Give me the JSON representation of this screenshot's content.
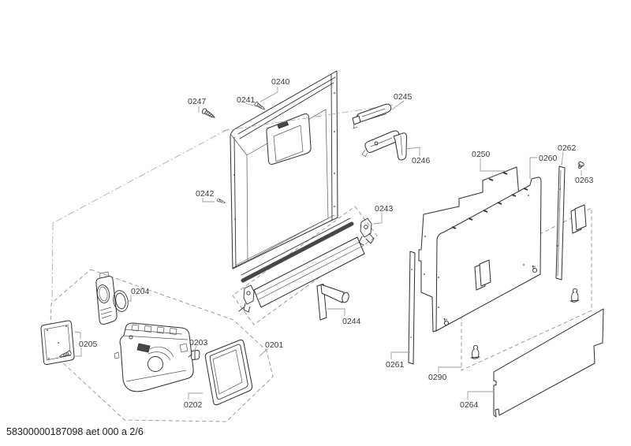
{
  "diagram": {
    "footer": "58300000187098 aet 000 a 2/6",
    "labels": {
      "l0201": "0201",
      "l0202": "0202",
      "l0203": "0203",
      "l0204": "0204",
      "l0205": "0205",
      "l0240": "0240",
      "l0241": "0241",
      "l0242": "0242",
      "l0243": "0243",
      "l0244": "0244",
      "l0245": "0245",
      "l0246": "0246",
      "l0247": "0247",
      "l0250": "0250",
      "l0260": "0260",
      "l0261": "0261",
      "l0262": "0262",
      "l0263": "0263",
      "l0264": "0264",
      "l0290": "0290"
    },
    "colors": {
      "background": "#ffffff",
      "part_line": "#2e2e2e",
      "leader_line": "#9b9b9b",
      "dashed_line": "#8f8f8f",
      "label_text": "#3a3a3a"
    }
  }
}
